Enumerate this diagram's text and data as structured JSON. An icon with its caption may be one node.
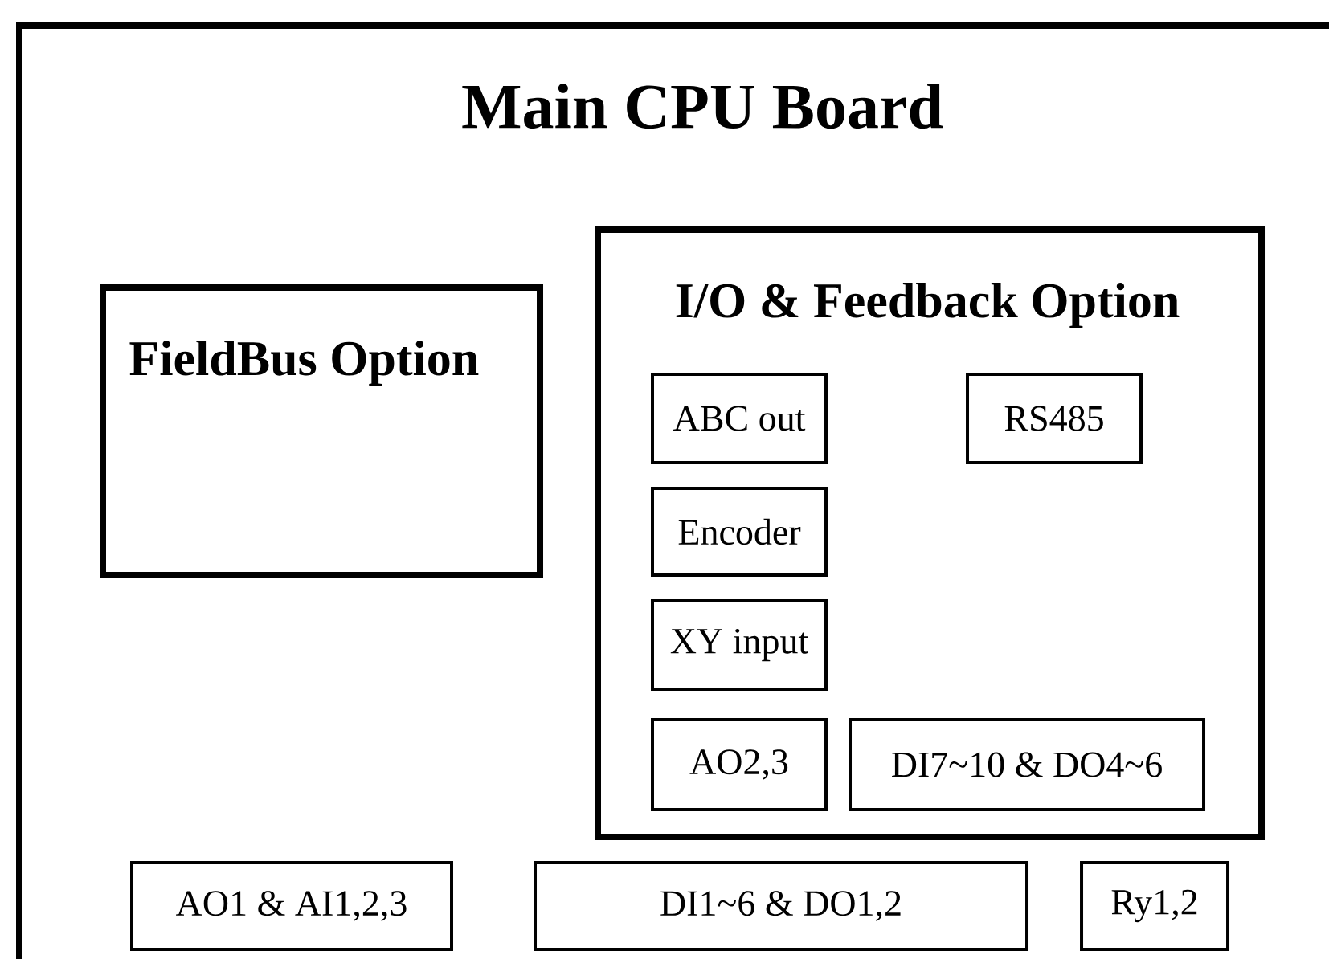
{
  "diagram": {
    "nodes": [
      {
        "text": [
          "Main CPU Board"
        ]
      },
      {
        "text": [
          "FieldBus Option"
        ],
        "in": 0
      },
      {
        "text": [
          "I/O & Feedback Option"
        ],
        "in": 0
      },
      {
        "text": [
          "ABC out"
        ],
        "in": 2
      },
      {
        "text": [
          "RS485"
        ],
        "in": 2
      },
      {
        "text": [
          "Encoder"
        ],
        "in": 2
      },
      {
        "text": [
          "XY input"
        ],
        "in": 2
      },
      {
        "text": [
          "AO2,3"
        ],
        "in": 2
      },
      {
        "text": [
          "DI7~10 & DO4~6"
        ],
        "in": 2
      },
      {
        "text": [
          "AO1 & AI1,2,3"
        ],
        "in": 0
      },
      {
        "text": [
          "DI1~6 & DO1,2"
        ],
        "in": 0
      },
      {
        "text": [
          "Ry1,2"
        ],
        "in": 0
      }
    ]
  }
}
